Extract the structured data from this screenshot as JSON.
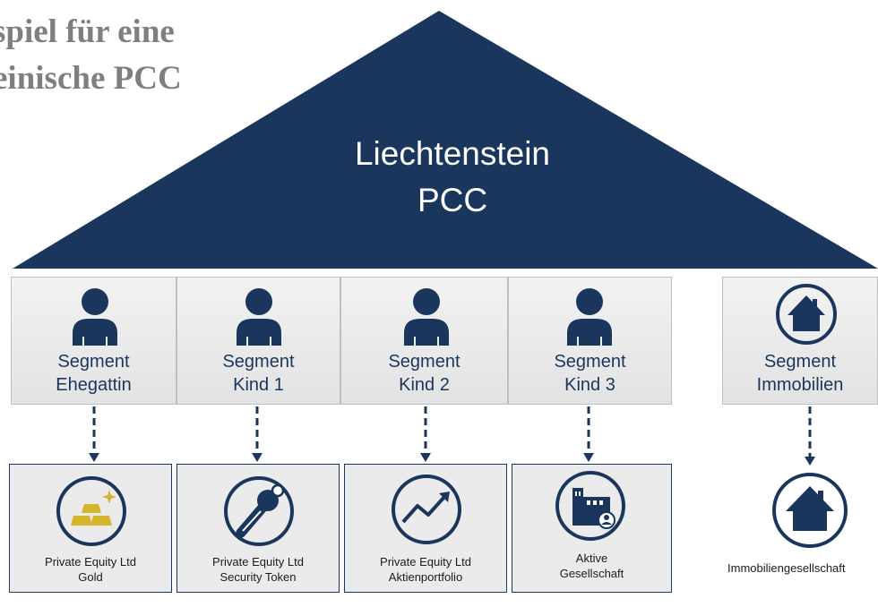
{
  "title": {
    "line1": "spiel für eine",
    "line2": "einische PCC"
  },
  "roof": {
    "line1": "Liechtenstein",
    "line2": "PCC",
    "color": "#1b365d"
  },
  "segments": [
    {
      "line1": "Segment",
      "line2": "Ehegattin",
      "icon": "person-icon"
    },
    {
      "line1": "Segment",
      "line2": "Kind 1",
      "icon": "person-icon"
    },
    {
      "line1": "Segment",
      "line2": "Kind 2",
      "icon": "person-icon"
    },
    {
      "line1": "Segment",
      "line2": "Kind 3",
      "icon": "person-icon"
    },
    {
      "line1": "Segment",
      "line2": "Immobilien",
      "icon": "house-icon"
    }
  ],
  "entities": [
    {
      "line1": "Private Equity Ltd",
      "line2": "Gold",
      "icon": "gold-bars-icon"
    },
    {
      "line1": "Private Equity Ltd",
      "line2": "Security Token",
      "icon": "key-icon"
    },
    {
      "line1": "Private Equity Ltd",
      "line2": "Aktienportfolio",
      "icon": "trend-up-icon"
    },
    {
      "line1": "Aktive",
      "line2": "Gesellschaft",
      "icon": "office-building-icon"
    },
    {
      "line1": "Immobiliengesellschaft",
      "icon": "house-icon"
    }
  ],
  "colors": {
    "navy": "#1b365d",
    "gold": "#d4b52b",
    "grey_text": "#7f7f7f"
  }
}
